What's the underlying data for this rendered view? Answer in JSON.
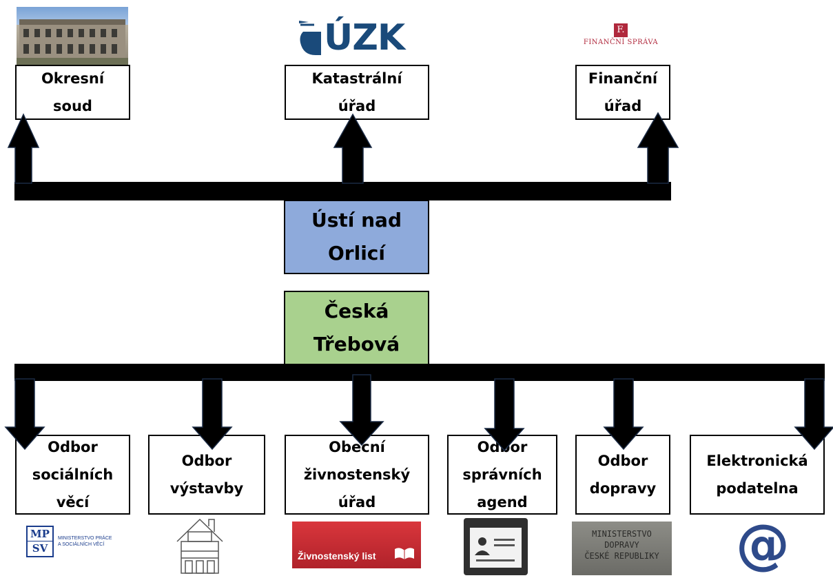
{
  "top_offices": [
    {
      "label": "Okresní\nsoud"
    },
    {
      "label": "Katastrální\núřad"
    },
    {
      "label": "Finanční\núřad"
    }
  ],
  "top_logos": {
    "cuzk": "ÚZK",
    "fs_letter": "F.",
    "fs_text": "FINANČNÍ SPRÁVA"
  },
  "hub_orp": "Ústí nad\nOrlicí",
  "hub_town": "Česká\nTřebová",
  "departments": [
    {
      "label": "Odbor\nsociálních\nvěcí"
    },
    {
      "label": "Odbor\nvýstavby"
    },
    {
      "label": "Obecní\nživnostenský\núřad"
    },
    {
      "label": "Odbor\nsprávních\nagend"
    },
    {
      "label": "Odbor\ndopravy"
    },
    {
      "label": "Elektronická\npodatelna"
    }
  ],
  "bottom_logos": {
    "mpsv_top": "MP",
    "mpsv_bottom": "SV",
    "mpsv_text": "MINISTERSTVO PRÁCE\nA SOCIÁLNÍCH VĚCÍ",
    "zivno": "Živnostenský list",
    "md": "MINISTERSTVO\nDOPRAVY\nČESKÉ REPUBLIKY",
    "at": "@"
  },
  "colors": {
    "hub_orp": "#8eaadb",
    "hub_town": "#a9d18e",
    "zivno_red": "#c8282d",
    "mpsv_blue": "#1a3c8c",
    "fs_red": "#b0283c"
  }
}
